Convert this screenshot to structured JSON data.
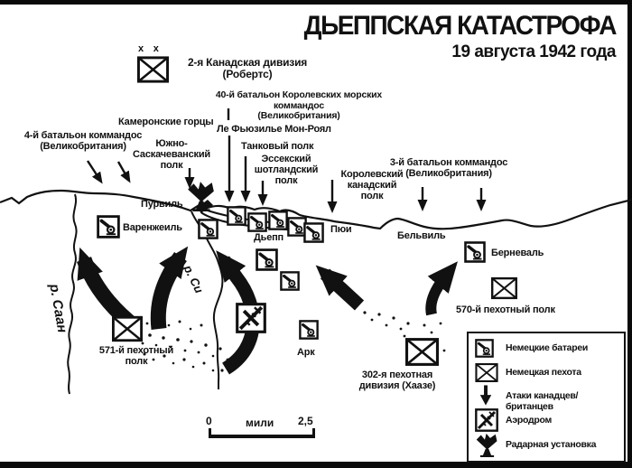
{
  "title": {
    "main": "ДЬЕППСКАЯ КАТАСТРОФА",
    "date": "19 августа 1942 года"
  },
  "allied": {
    "commando4_l1": "4-й батальон коммандос",
    "commando4_l2": "(Великобритания)",
    "division2_size_marks": "x x",
    "division2_l1": "2-я Канадская дивизия",
    "division2_l2": "(Робертс)",
    "marines40_l1": "40-й батальон Королевских морских коммандос",
    "marines40_l2": "(Великобритания)",
    "cameron": "Камеронские горцы",
    "sask_l1": "Южно-",
    "sask_l2": "Саскачеванский",
    "sask_l3": "полк",
    "fusiliers": "Ле Фьюзилье Мон-Роял",
    "tank": "Танковый полк",
    "essex_l1": "Эссекский",
    "essex_l2": "шотландский",
    "essex_l3": "полк",
    "rcr_l1": "Королевский",
    "rcr_l2": "канадский",
    "rcr_l3": "полк",
    "commando3_l1": "3-й батальон коммандос",
    "commando3_l2": "(Великобритания)"
  },
  "german": {
    "rgt571_l1": "571-й пехотный",
    "rgt571_l2": "полк",
    "rgt570": "570-й пехотный полк",
    "div302_l1": "302-я пехотная",
    "div302_l2": "дивизия (Хаазе)"
  },
  "places": {
    "pourville": "Пурвиль",
    "varengeville": "Варенжеиль",
    "dieppe": "Дьепп",
    "puys": "Пюи",
    "belleville": "Бельвиль",
    "berneval": "Берневаль",
    "arques": "Арк"
  },
  "rivers": {
    "saane": "р. Саан",
    "scie": "р. Си"
  },
  "legend": {
    "items": [
      {
        "icon": "battery-icon",
        "label": "Немецкие батареи"
      },
      {
        "icon": "infantry-icon",
        "label": "Немецкая пехота"
      },
      {
        "icon": "attack-arrow-icon",
        "label": "Атаки канадцев/британцев"
      },
      {
        "icon": "airfield-icon",
        "label": "Аэродром"
      },
      {
        "icon": "radar-icon",
        "label": "Радарная установка"
      }
    ]
  },
  "scale": {
    "start": "0",
    "unit": "мили",
    "end": "2,5"
  },
  "colors": {
    "ink": "#111111",
    "paper": "#ffffff"
  }
}
